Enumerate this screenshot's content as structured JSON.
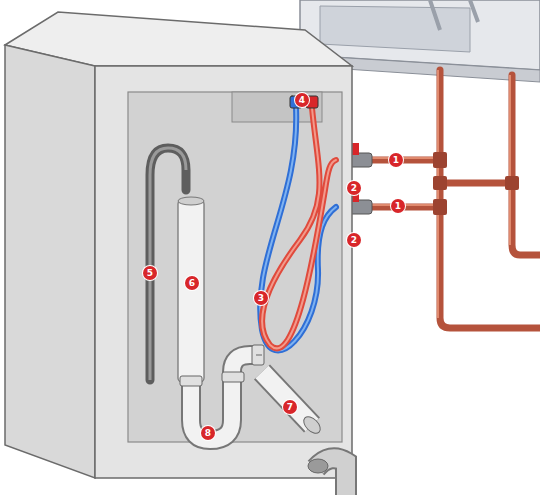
{
  "diagram": {
    "labels": [
      "4",
      "1",
      "2",
      "1",
      "2",
      "3",
      "5",
      "6",
      "7",
      "8"
    ]
  }
}
